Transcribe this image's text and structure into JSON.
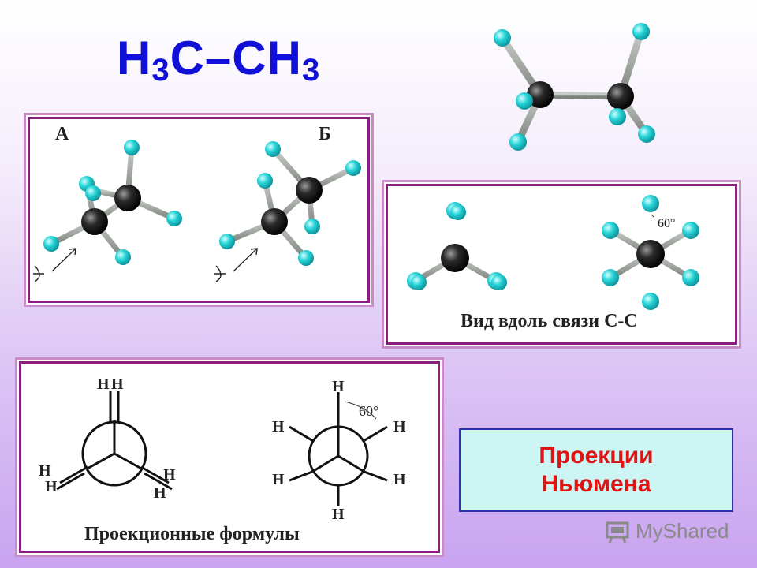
{
  "formula": {
    "part1": "H",
    "sub1": "3",
    "part2": "C–CH",
    "sub2": "3"
  },
  "panel_a": {
    "label_a": "А",
    "label_b": "Б"
  },
  "panel_view": {
    "caption": "Вид вдоль связи С-С",
    "angle_label": "60°"
  },
  "panel_proj": {
    "caption": "Проекционные формулы",
    "angle_label": "60°",
    "h": "H"
  },
  "newman": {
    "line1": "Проекции",
    "line2": "Ньюмена"
  },
  "watermark": {
    "text": "MyShared"
  },
  "colors": {
    "formula": "#1010d8",
    "accent_text": "#e01414",
    "frame": "#8a1e7e",
    "hydrogen": "#1fc9cf",
    "carbon": "#1a1a1a"
  }
}
